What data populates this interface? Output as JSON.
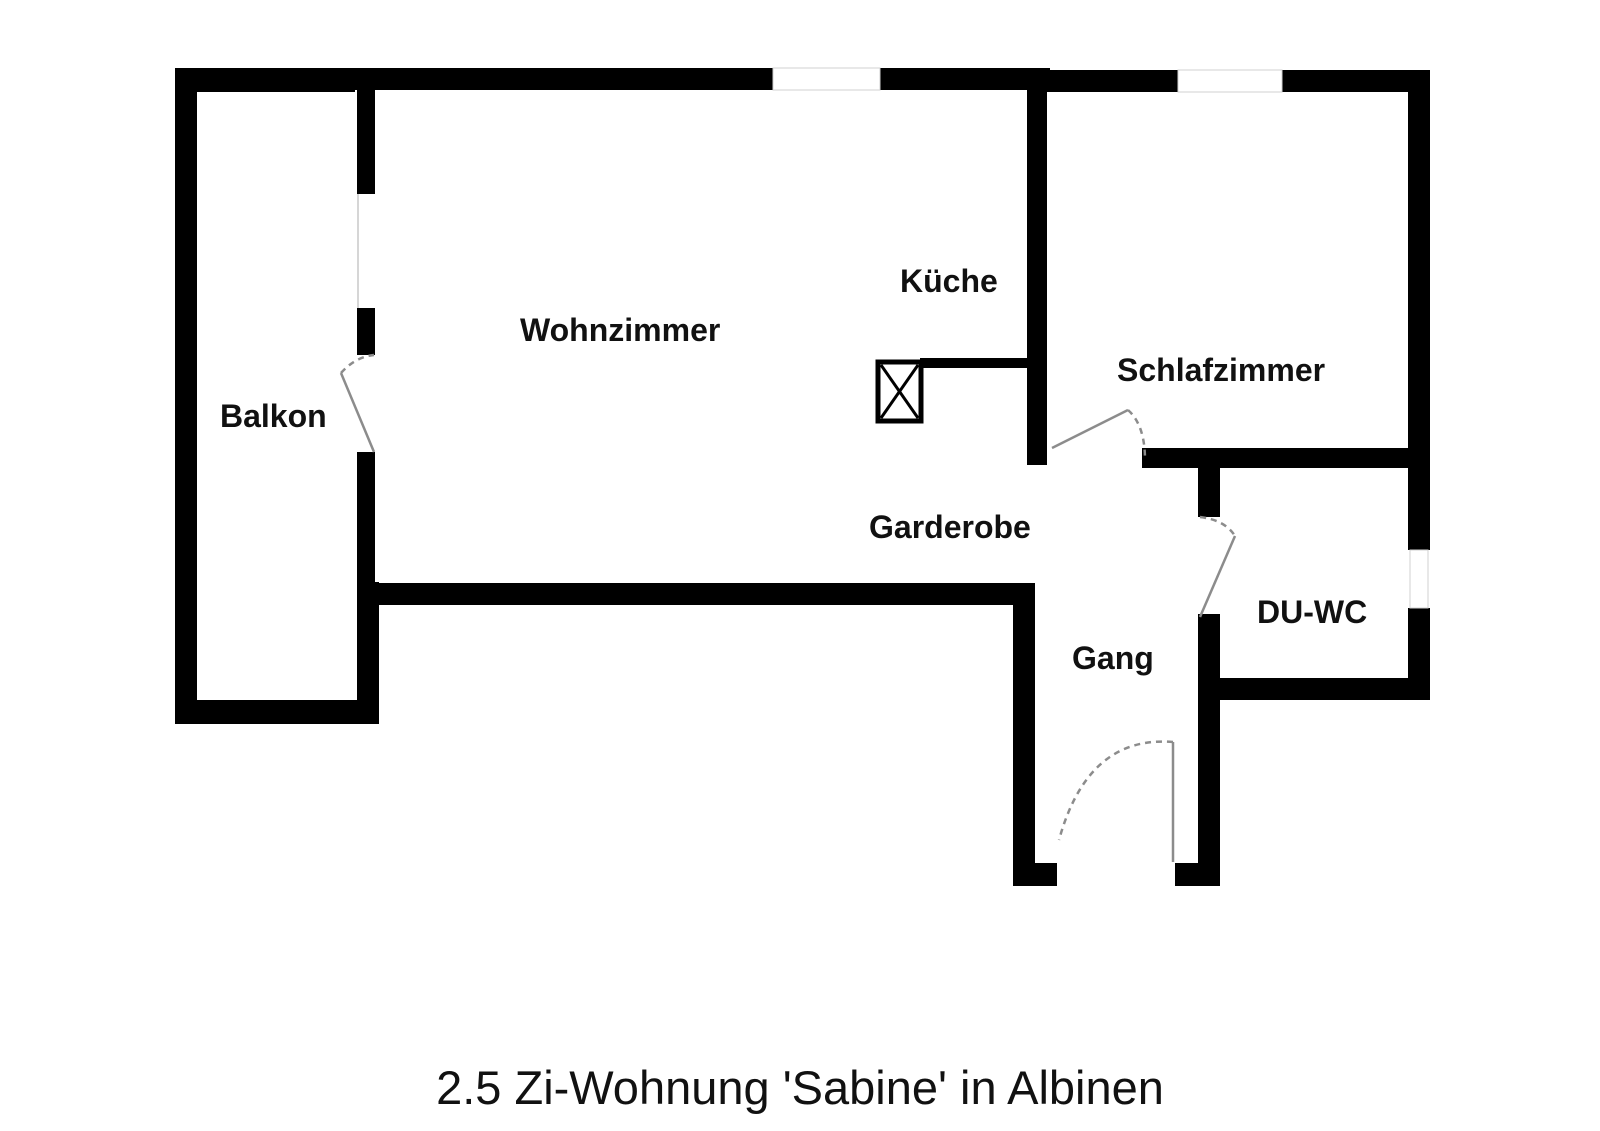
{
  "plan": {
    "rooms": {
      "balkon": "Balkon",
      "wohnzimmer": "Wohnzimmer",
      "kueche": "Küche",
      "schlafzimmer": "Schlafzimmer",
      "garderobe": "Garderobe",
      "du_wc": "DU-WC",
      "gang": "Gang"
    },
    "caption": "2.5 Zi-Wohnung 'Sabine' in Albinen"
  },
  "colors": {
    "wall": "#000000",
    "door_swing": "#8c8c8c",
    "background": "#ffffff"
  }
}
